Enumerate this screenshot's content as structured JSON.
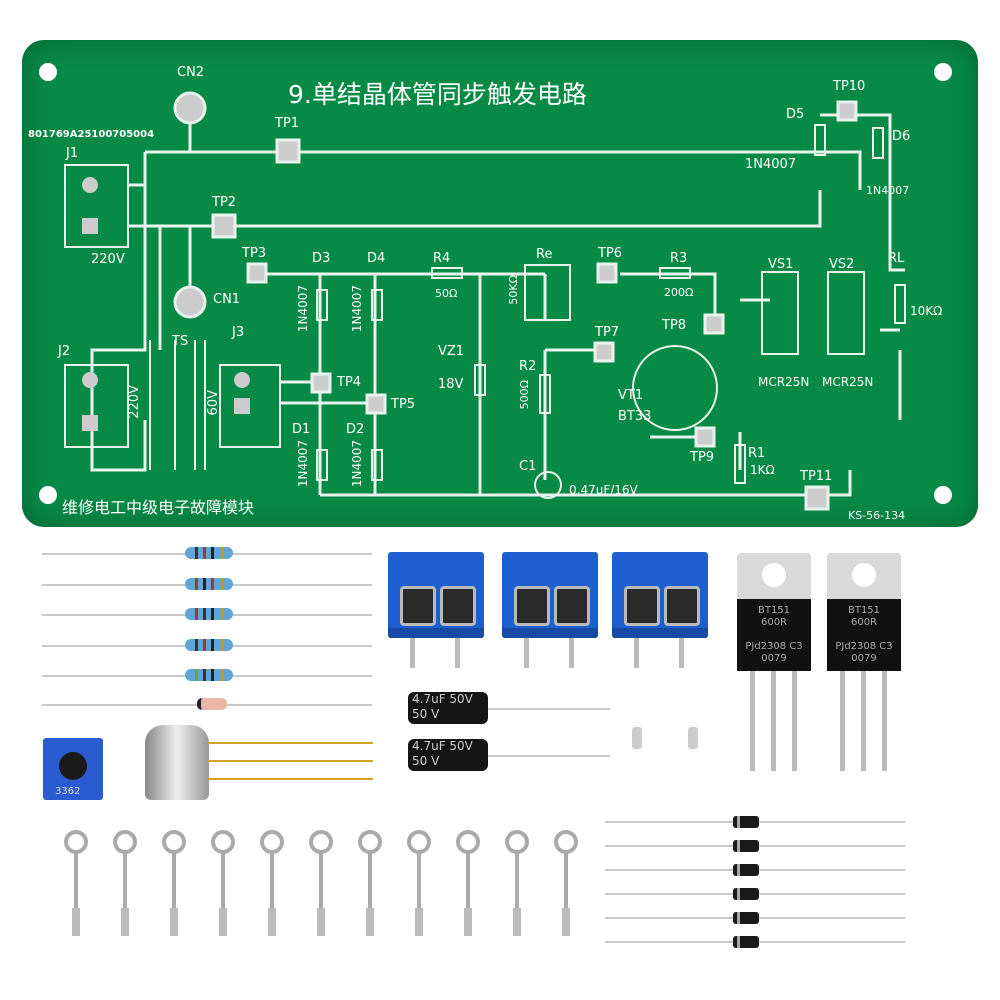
{
  "board": {
    "title": "9.单结晶体管同步触发电路",
    "serial": "801769A25100705004",
    "bottom_text": "维修电工中级电子故障模块",
    "model_code": "KS-56-134",
    "labels": {
      "cn2": "CN2",
      "cn1": "CN1",
      "j1": "J1",
      "j2": "J2",
      "j3": "J3",
      "tp1": "TP1",
      "tp2": "TP2",
      "tp3": "TP3",
      "tp4": "TP4",
      "tp5": "TP5",
      "tp6": "TP6",
      "tp7": "TP7",
      "tp8": "TP8",
      "tp9": "TP9",
      "tp10": "TP10",
      "tp11": "TP11",
      "d1": "D1",
      "d2": "D2",
      "d3": "D3",
      "d4": "D4",
      "d5": "D5",
      "d6": "D6",
      "r1": "R1",
      "r2": "R2",
      "r3": "R3",
      "r4": "R4",
      "re": "Re",
      "rl": "RL",
      "vz1": "VZ1",
      "vt1": "VT1",
      "vs1": "VS1",
      "vs2": "VS2",
      "c1": "C1",
      "ts": "TS"
    },
    "values": {
      "v220a": "220V",
      "v220b": "220V",
      "v60": "60V",
      "d1n4007": "1N4007",
      "r4v": "50Ω",
      "rev": "50KΩ",
      "r3v": "200Ω",
      "r2v": "500Ω",
      "r1v": "1KΩ",
      "rlv": "10KΩ",
      "vz1v": "18V",
      "vt1v": "BT33",
      "c1v": "0.47uF/16V",
      "vsv": "MCR25N"
    }
  },
  "parts": {
    "scr_marking": [
      "BT151",
      "600R",
      "PJd2308 C3",
      "0079"
    ],
    "capacitor_marking": [
      "4.7uF 50V",
      "50 V"
    ],
    "pot_marking": "3362",
    "resistor_count": 5,
    "diode_count": 6,
    "pin_count": 11,
    "terminal_block_count": 3
  }
}
